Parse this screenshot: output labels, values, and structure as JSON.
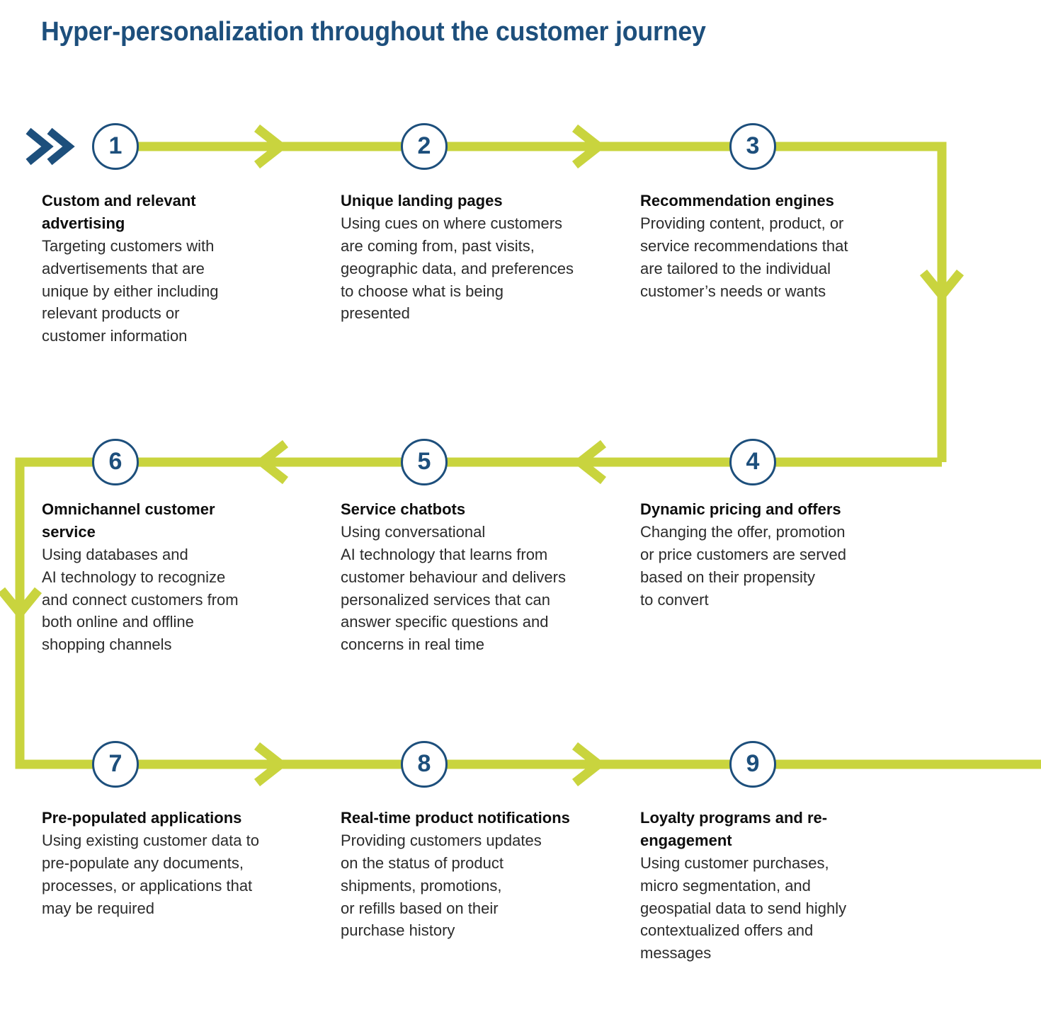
{
  "page": {
    "title": "Hyper-personalization throughout the customer journey",
    "background_color": "#ffffff"
  },
  "colors": {
    "accent_blue": "#1d4f7c",
    "accent_green": "#c9d43e",
    "body_text": "#2b2b2b",
    "heading_text": "#0d0d0d"
  },
  "icons": {
    "start_chevron": "double-chevron-right"
  },
  "steps": [
    {
      "number": "1",
      "title": "Custom and relevant\nadvertising",
      "description": "Targeting customers with\nadvertisements that are\nunique by either including\nrelevant products or\ncustomer information"
    },
    {
      "number": "2",
      "title": "Unique landing pages",
      "description": "Using cues on where customers\nare coming from, past visits,\ngeographic data, and preferences\nto choose what is being\npresented"
    },
    {
      "number": "3",
      "title": "Recommendation engines",
      "description": "Providing content, product, or\nservice recommendations that\nare tailored to the individual\ncustomer’s needs or wants"
    },
    {
      "number": "4",
      "title": "Dynamic pricing and offers",
      "description": "Changing the offer, promotion\nor price customers are served\nbased on their propensity\nto convert"
    },
    {
      "number": "5",
      "title": "Service chatbots",
      "description": "Using conversational\nAI technology that learns from\ncustomer behaviour and delivers\npersonalized services that can\nanswer specific questions and\nconcerns in real time"
    },
    {
      "number": "6",
      "title": "Omnichannel\ncustomer service",
      "description": "Using databases and\nAI technology to recognize\nand connect customers from\nboth online and offline\nshopping channels"
    },
    {
      "number": "7",
      "title": "Pre-populated applications",
      "description": "Using existing customer data to\npre-populate any documents,\nprocesses, or applications that\nmay be required"
    },
    {
      "number": "8",
      "title": "Real-time product\nnotifications",
      "description": "Providing customers updates\non the status of product\nshipments, promotions,\nor refills based on their\npurchase history"
    },
    {
      "number": "9",
      "title": "Loyalty programs and\nre-engagement",
      "description": "Using customer purchases,\nmicro segmentation, and\ngeospatial data to send highly\ncontextualized offers and\nmessages"
    }
  ]
}
